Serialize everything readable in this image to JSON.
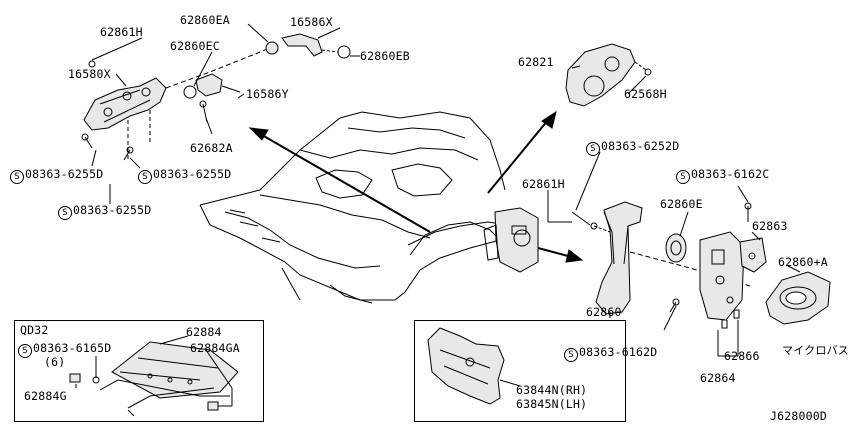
{
  "diagram_code": "J628000D",
  "colors": {
    "line": "#000000",
    "background": "#ffffff",
    "part_fill": "#e8e8e8"
  },
  "bolt_symbol": "S",
  "callouts": {
    "p62861h_a": "62861H",
    "p62860ea": "62860EA",
    "p16586x": "16586X",
    "p62860ec": "62860EC",
    "p62860eb": "62860EB",
    "p16580x": "16580X",
    "p16586y": "16586Y",
    "p62682a": "62682A",
    "b_6255d_1": "08363-6255D",
    "b_6255d_2": "08363-6255D",
    "b_6255d_3": "08363-6255D",
    "p62821": "62821",
    "p62568h": "62568H",
    "b_6252d": "08363-6252D",
    "p62861h_b": "62861H",
    "b_6162c": "08363-6162C",
    "p62860e": "62860E",
    "p62863": "62863",
    "p62860a": "62860+A",
    "p62860": "62860",
    "b_6162d": "08363-6162D",
    "p62866": "62866",
    "p62864": "62864",
    "micro_note": "マイクロバス",
    "p63844n": "63844N(RH)",
    "p63845n": "63845N(LH)"
  },
  "qd32_box": {
    "title": "QD32",
    "p62884": "62884",
    "b_6165d": "08363-6165D",
    "qty": "(6)",
    "p62884ga": "62884GA",
    "p62884g": "62884G"
  }
}
